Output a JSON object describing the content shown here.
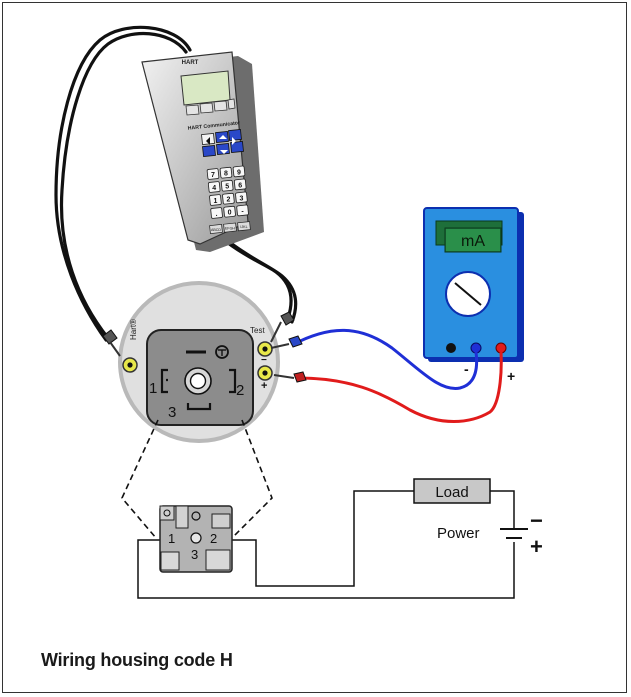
{
  "caption": "Wiring housing code H",
  "communicator": {
    "top_label": "HART",
    "brand_label": "HART Communicator",
    "keypad_keys": [
      "7",
      "8",
      "9",
      "4",
      "5",
      "6",
      "1",
      "2",
      "3",
      ".",
      "0",
      "-"
    ],
    "fn_keys": [
      "ABCD",
      "EFGH",
      "IJKL"
    ]
  },
  "meter": {
    "display": "mA",
    "minus_label": "-",
    "plus_label": "+"
  },
  "connector": {
    "hart_label": "Hart®",
    "test_label": "Test",
    "minus_sign": "−",
    "plus_sign": "+",
    "pin_labels": [
      "1",
      "2",
      "3"
    ]
  },
  "module": {
    "pin_labels": [
      "1",
      "2",
      "3"
    ]
  },
  "circuit": {
    "load_label": "Load",
    "power_label": "Power",
    "minus_sign": "−",
    "plus_sign": "+"
  },
  "colors": {
    "meter_body": "#2a8fe0",
    "meter_dark": "#0c2fb0",
    "meter_screen": "#1e6f3a",
    "wire_blue": "#1f2fd6",
    "wire_red": "#e11b1b",
    "connector_gray": "#8c8c8c"
  }
}
